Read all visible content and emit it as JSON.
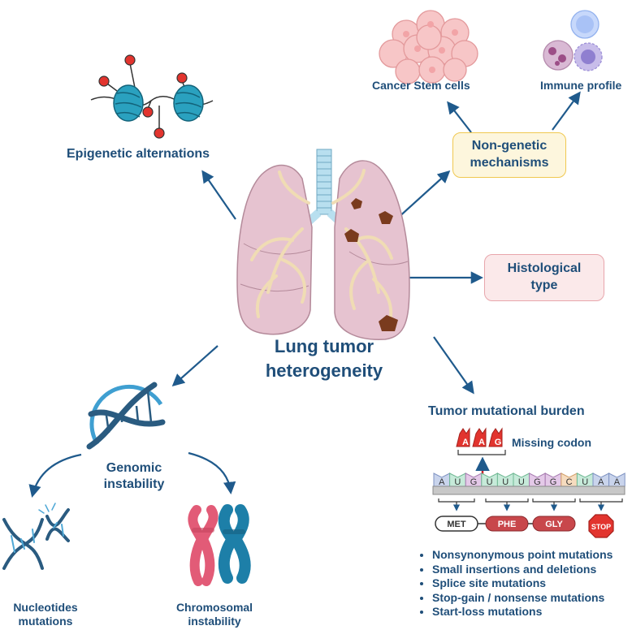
{
  "center_title": "Lung tumor heterogeneity",
  "center_title_lines": [
    "Lung tumor",
    "heterogeneity"
  ],
  "epigenetic": {
    "label": "Epigenetic alternations"
  },
  "non_genetic": {
    "label_lines": [
      "Non-genetic",
      "mechanisms"
    ]
  },
  "cancer_stem": {
    "label": "Cancer Stem cells"
  },
  "immune": {
    "label": "Immune profile"
  },
  "histological": {
    "label_lines": [
      "Histological",
      "type"
    ]
  },
  "genomic": {
    "label_lines": [
      "Genomic",
      "instability"
    ]
  },
  "nucleotides": {
    "label_lines": [
      "Nucleotides",
      "mutations"
    ]
  },
  "chromosomal": {
    "label_lines": [
      "Chromosomal",
      "instability"
    ]
  },
  "tmb": {
    "title": "Tumor mutational burden",
    "missing_codon_label": "Missing codon",
    "missing_letters": [
      "A",
      "A",
      "G"
    ],
    "sequence": [
      "A",
      "U",
      "G",
      "U",
      "U",
      "U",
      "G",
      "G",
      "C",
      "U",
      "A",
      "A"
    ],
    "amino_acids": [
      "MET",
      "PHE",
      "GLY",
      "STOP"
    ],
    "mutation_types": [
      "Nonsynonymous point mutations",
      "Small insertions and deletions",
      "Splice site mutations",
      "Stop-gain / nonsense mutations",
      "Start-loss mutations"
    ]
  },
  "colors": {
    "text": "#1f4e79",
    "arrow": "#1f5a8c",
    "non_genetic_box_fill": "#fdf6dd",
    "non_genetic_box_border": "#f0c850",
    "histology_box_fill": "#fbe9ea",
    "histology_box_border": "#e8a6ac",
    "lung": "#e6c3d0",
    "tumor": "#7a3b1e",
    "stop_sign": "#e2342e",
    "amino_acid_red": "#c8474b"
  },
  "icons": [
    "nucleosome-icon",
    "cancer-cells-icon",
    "immune-cells-icon",
    "lungs-icon",
    "dna-helix-icon",
    "broken-dna-icon",
    "chromosomes-icon",
    "stop-sign-icon"
  ]
}
